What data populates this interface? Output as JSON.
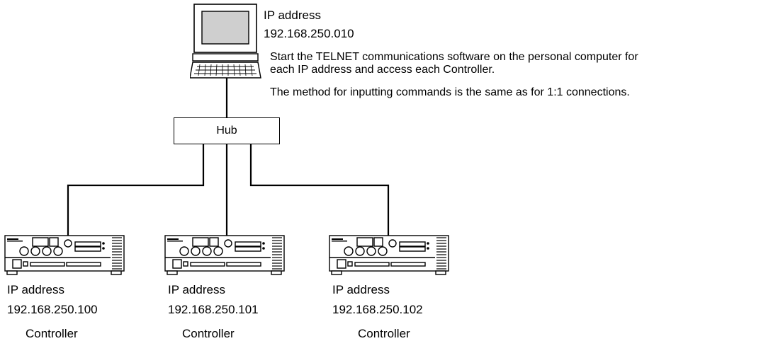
{
  "pc": {
    "ip_label": "IP address",
    "ip_value": "192.168.250.010"
  },
  "notes": {
    "line1": "Start the TELNET communications software on the personal computer for",
    "line2": "each IP address and access each Controller.",
    "line3": "The method for inputting commands is the same as for 1:1 connections."
  },
  "hub": {
    "label": "Hub"
  },
  "controllers": [
    {
      "ip_label": "IP address",
      "ip_value": "192.168.250.100",
      "name": "Controller"
    },
    {
      "ip_label": "IP address",
      "ip_value": "192.168.250.101",
      "name": "Controller"
    },
    {
      "ip_label": "IP address",
      "ip_value": "192.168.250.102",
      "name": "Controller"
    }
  ]
}
